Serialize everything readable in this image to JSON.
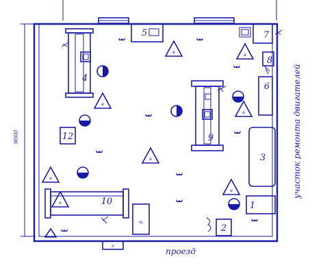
{
  "plan": {
    "numbers": [
      "1",
      "2",
      "3",
      "4",
      "5",
      "6",
      "7",
      "8",
      "9",
      "10",
      "12"
    ],
    "triangle_mark": "в",
    "dimension_text": "9000",
    "right_caption": "участок ремонта двигателей",
    "bottom_caption": "проезд",
    "shield_mark": "щ",
    "door_mark": "п"
  },
  "legend_icons": [
    "fire-extinguisher-icon",
    "fire-alarm-icon",
    "sand-box-icon",
    "window-icon"
  ],
  "colors": {
    "ink": "#1a1aa8",
    "background": "#ffffff"
  }
}
